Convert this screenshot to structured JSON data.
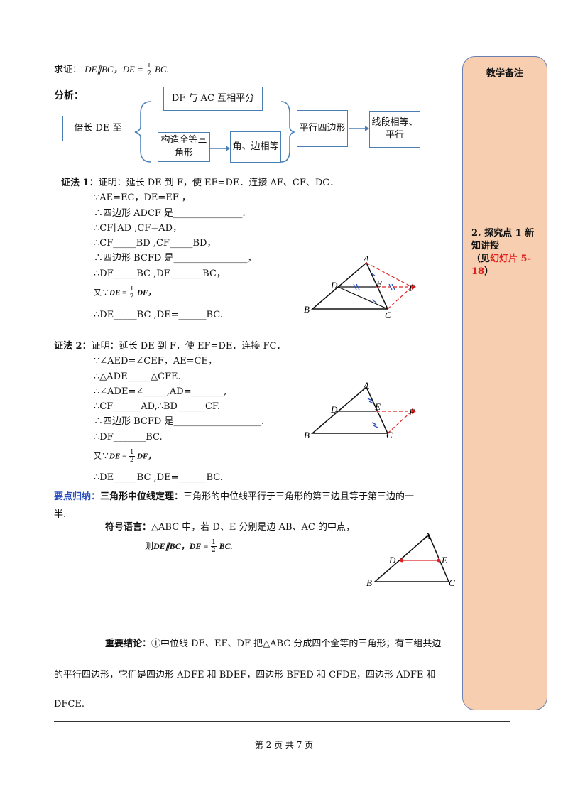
{
  "proof_goal": {
    "prefix": "求证：",
    "part1": "DE∥BC，DE =",
    "frac_num": "1",
    "frac_den": "2",
    "part2": "BC."
  },
  "analysis": {
    "label": "分析：",
    "box_extend": "倍长 DE 至",
    "box_bisect": "DF 与 AC 互相平分",
    "box_congruent": "构造全等三角形",
    "box_angle_side": "角、边相等",
    "box_parallelogram": "平行四边形",
    "box_segment": "线段相等、平行"
  },
  "method1": {
    "title": "证法 1：",
    "lines": [
      "证明：延长 DE 到 F，使 EF=DE．连接 AF、CF、DC．",
      "∵AE=EC，DE=EF ，",
      "∴四边形 ADCF 是_______________.",
      "∴CF∥AD ,CF=AD，",
      "∴CF_____BD ,CF_____BD，",
      "∴四边形 BCFD 是________________，",
      "∴DF_____BC ,DF_______BC，"
    ],
    "you_prefix": "又∵",
    "you_expr": "DE =",
    "you_frac_num": "1",
    "you_frac_den": "2",
    "you_suffix": "DF，",
    "last": "∴DE_____BC ,DE=______BC."
  },
  "method2": {
    "title": "证法 2：",
    "lines": [
      "证明：延长 DE 到 F，使 EF=DE．连接 FC．",
      "∵∠AED=∠CEF，AE=CE，",
      "∴△ADE_____△CFE.",
      "∴∠ADE=∠_____,AD=_______,",
      "∴CF______AD,∴BD______CF.",
      "∴四边形 BCFD 是___________________.",
      "∴DF_______BC."
    ],
    "you_prefix": "又∵",
    "you_expr": "DE =",
    "you_frac_num": "1",
    "you_frac_den": "2",
    "you_suffix": "DF，",
    "last": "∴DE_____BC ,DE=______BC."
  },
  "summary": {
    "label": "要点归纳：",
    "theorem_label": "三角形中位线定理：",
    "theorem_text": "三角形的中位线平行于三角形的第三边且等于第三边的一",
    "theorem_text2": "半.",
    "symbol_label": "符号语言：",
    "symbol_text": "△ABC 中，若 D、E 分别是边 AB、AC 的中点，",
    "then_prefix": "则",
    "then_expr1": "DE∥BC，DE =",
    "then_num": "1",
    "then_den": "2",
    "then_expr2": "BC."
  },
  "conclusion": {
    "label": "重要结论：",
    "text1": "①中位线 DE、EF、DF 把△ABC 分成四个全等的三角形；有三组共边",
    "text2": "的平行四边形，它们是四边形 ADFE 和 BDEF，四边形 BFED 和 CFDE，四边形 ADFE 和",
    "text3": "DFCE."
  },
  "figure_labels": {
    "A": "A",
    "B": "B",
    "C": "C",
    "D": "D",
    "E": "E",
    "F": "F"
  },
  "sidebar": {
    "title": "教学备注",
    "note_line1": "2. 探究点 1 新",
    "note_line2": "知讲授",
    "note_paren_open": "（见",
    "note_red1": "幻灯片 5-",
    "note_red2": "18",
    "note_paren_close": "）"
  },
  "footer": {
    "page_text": "第 2 页 共 7 页"
  },
  "colors": {
    "box_border": "#4a7fb5",
    "sidebar_bg": "#f7cfb0",
    "highlight_blue": "#2a4fbf",
    "red": "#e02020"
  }
}
